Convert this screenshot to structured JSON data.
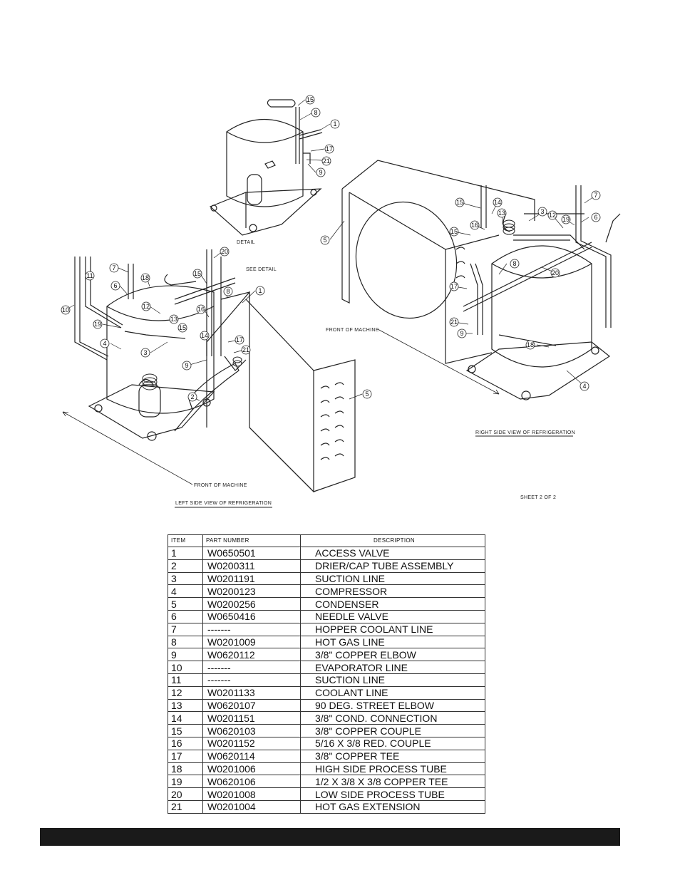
{
  "drawing": {
    "labels": {
      "detail": "DETAIL",
      "see_detail": "SEE DETAIL",
      "front_left": "FRONT OF MACHINE",
      "front_right": "FRONT OF MACHINE",
      "left_view": "LEFT SIDE VIEW OF REFRIGERATION",
      "right_view": "RIGHT SIDE VIEW OF REFRIGERATION",
      "sheet": "SHEET 2 OF 2"
    }
  },
  "parts_table": {
    "headers": {
      "item": "ITEM",
      "part_number": "PART NUMBER",
      "description": "DESCRIPTION"
    },
    "rows": [
      {
        "item": "1",
        "part": "W0650501",
        "desc": "ACCESS VALVE"
      },
      {
        "item": "2",
        "part": "W0200311",
        "desc": "DRIER/CAP TUBE ASSEMBLY"
      },
      {
        "item": "3",
        "part": "W0201191",
        "desc": "SUCTION LINE"
      },
      {
        "item": "4",
        "part": "W0200123",
        "desc": "COMPRESSOR"
      },
      {
        "item": "5",
        "part": "W0200256",
        "desc": "CONDENSER"
      },
      {
        "item": "6",
        "part": "W0650416",
        "desc": "NEEDLE VALVE"
      },
      {
        "item": "7",
        "part": "-------",
        "desc": "HOPPER COOLANT LINE"
      },
      {
        "item": "8",
        "part": "W0201009",
        "desc": "HOT GAS LINE"
      },
      {
        "item": "9",
        "part": "W0620112",
        "desc": "3/8\" COPPER ELBOW"
      },
      {
        "item": "10",
        "part": "-------",
        "desc": "EVAPORATOR LINE"
      },
      {
        "item": "11",
        "part": "-------",
        "desc": "SUCTION LINE"
      },
      {
        "item": "12",
        "part": "W0201133",
        "desc": "COOLANT LINE"
      },
      {
        "item": "13",
        "part": "W0620107",
        "desc": "90 DEG. STREET ELBOW"
      },
      {
        "item": "14",
        "part": "W0201151",
        "desc": "3/8\" COND. CONNECTION"
      },
      {
        "item": "15",
        "part": "W0620103",
        "desc": "3/8\" COPPER COUPLE"
      },
      {
        "item": "16",
        "part": "W0201152",
        "desc": "5/16 X 3/8 RED. COUPLE"
      },
      {
        "item": "17",
        "part": "W0620114",
        "desc": "3/8\" COPPER TEE"
      },
      {
        "item": "18",
        "part": "W0201006",
        "desc": "HIGH SIDE PROCESS TUBE"
      },
      {
        "item": "19",
        "part": "W0620106",
        "desc": "1/2 X 3/8 X 3/8 COPPER TEE"
      },
      {
        "item": "20",
        "part": "W0201008",
        "desc": "LOW SIDE PROCESS TUBE"
      },
      {
        "item": "21",
        "part": "W0201004",
        "desc": "HOT GAS EXTENSION"
      }
    ]
  }
}
